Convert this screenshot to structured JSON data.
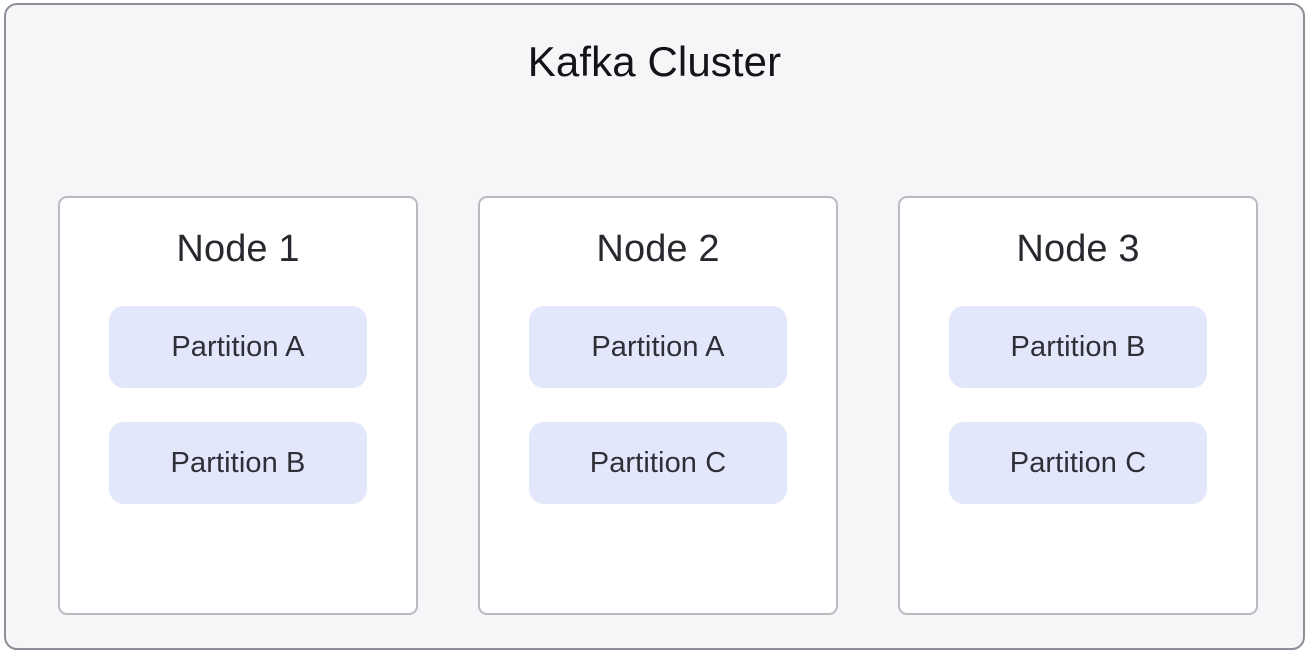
{
  "diagram": {
    "title": "Kafka Cluster",
    "type": "kafka-cluster-partition-layout",
    "colors": {
      "cluster_background": "#f6f6f8",
      "cluster_border": "#8e8e99",
      "node_background": "#ffffff",
      "node_border": "#b9b9c1",
      "partition_background": "#e3e7fb",
      "partition_text": "#2f2f38",
      "title_text": "#141418",
      "node_title_text": "#28282f"
    },
    "nodes": [
      {
        "label": "Node 1",
        "partitions": [
          {
            "label": "Partition A"
          },
          {
            "label": "Partition B"
          }
        ]
      },
      {
        "label": "Node 2",
        "partitions": [
          {
            "label": "Partition A"
          },
          {
            "label": "Partition C"
          }
        ]
      },
      {
        "label": "Node 3",
        "partitions": [
          {
            "label": "Partition B"
          },
          {
            "label": "Partition C"
          }
        ]
      }
    ]
  }
}
